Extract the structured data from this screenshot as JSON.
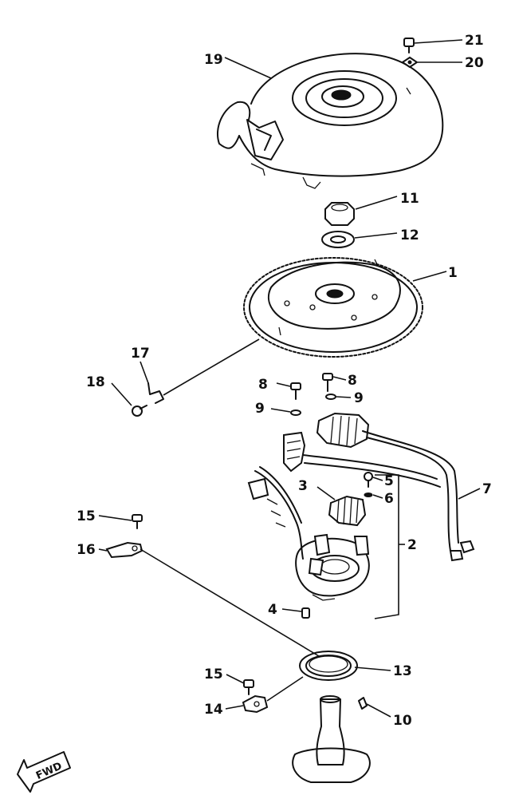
{
  "callouts": {
    "p21": "21",
    "p20": "20",
    "p19": "19",
    "p11": "11",
    "p12": "12",
    "p1": "1",
    "p17": "17",
    "p18": "18",
    "p8a": "8",
    "p8b": "8",
    "p9a": "9",
    "p9b": "9",
    "p7": "7",
    "p5": "5",
    "p3": "3",
    "p6": "6",
    "p2": "2",
    "p15a": "15",
    "p16": "16",
    "p4": "4",
    "p13": "13",
    "p15b": "15",
    "p14": "14",
    "p10": "10"
  },
  "direction_marker": {
    "label": "FWD",
    "icon": "arrow-down-left-icon"
  }
}
